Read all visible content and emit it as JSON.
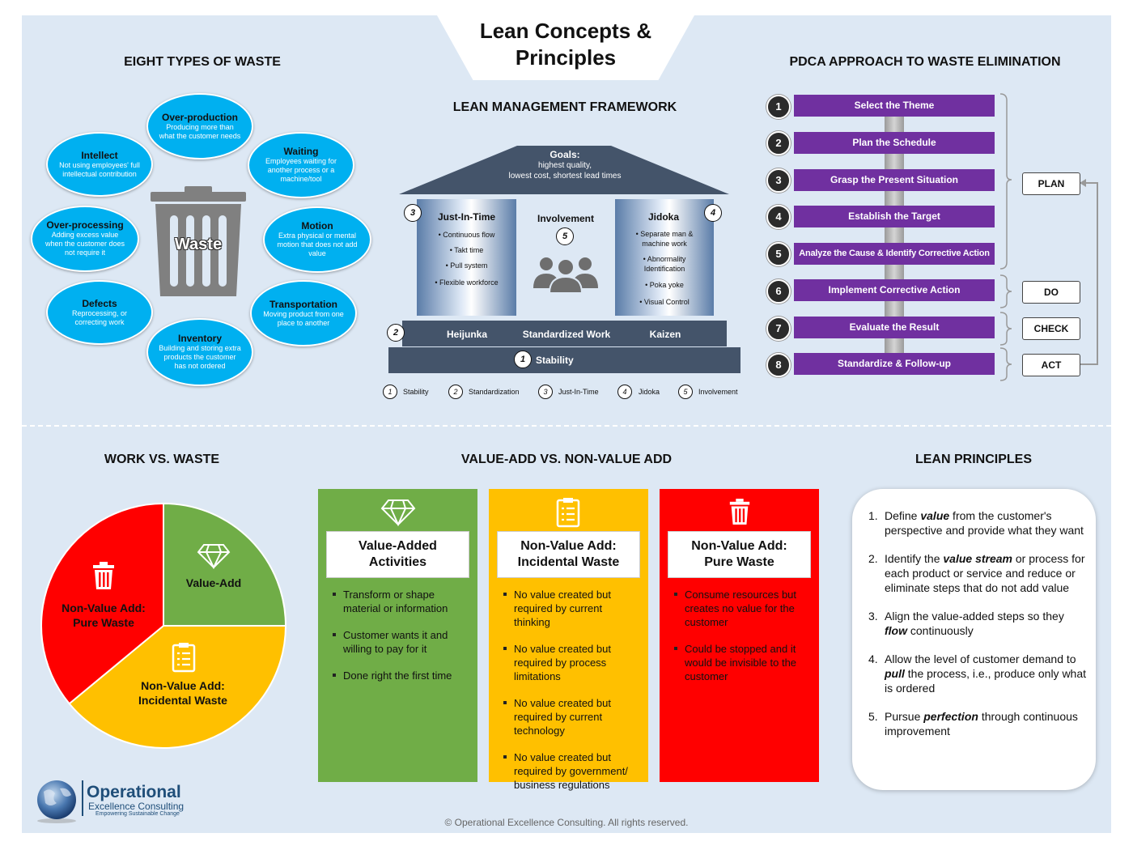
{
  "title": "Lean Concepts & Principles",
  "waste": {
    "heading": "EIGHT TYPES OF WASTE",
    "center_label": "Waste",
    "items": [
      {
        "title": "Over-production",
        "desc": "Producing more than what the customer needs"
      },
      {
        "title": "Waiting",
        "desc": "Employees waiting for another process or a machine/tool"
      },
      {
        "title": "Motion",
        "desc": "Extra physical or mental motion that does not add value"
      },
      {
        "title": "Transportation",
        "desc": "Moving product from one place to another"
      },
      {
        "title": "Inventory",
        "desc": "Building and storing extra products the customer has not ordered"
      },
      {
        "title": "Defects",
        "desc": "Reprocessing, or correcting work"
      },
      {
        "title": "Over-processing",
        "desc": "Adding excess value when the customer does not require it"
      },
      {
        "title": "Intellect",
        "desc": "Not using employees' full intellectual contribution"
      }
    ]
  },
  "framework": {
    "heading": "LEAN MANAGEMENT FRAMEWORK",
    "goals_title": "Goals:",
    "goals_text1": "highest quality,",
    "goals_text2": "lowest cost, shortest lead times",
    "left_pillar": {
      "num": "3",
      "title": "Just-In-Time",
      "items": [
        "• Continuous flow",
        "• Takt time",
        "• Pull system",
        "• Flexible workforce"
      ]
    },
    "right_pillar": {
      "num": "4",
      "title": "Jidoka",
      "items": [
        "• Separate man & machine work",
        "• Abnormality Identification",
        "• Poka yoke",
        "• Visual Control"
      ]
    },
    "center": {
      "title": "Involvement",
      "num": "5"
    },
    "base_num": "2",
    "base_items": [
      "Heijunka",
      "Standardized Work",
      "Kaizen"
    ],
    "foundation_num": "1",
    "foundation": "Stability",
    "legend": [
      {
        "num": "1",
        "label": "Stability"
      },
      {
        "num": "2",
        "label": "Standardization"
      },
      {
        "num": "3",
        "label": "Just-In-Time"
      },
      {
        "num": "4",
        "label": "Jidoka"
      },
      {
        "num": "5",
        "label": "Involvement"
      }
    ]
  },
  "pdca": {
    "heading": "PDCA APPROACH TO WASTE ELIMINATION",
    "steps": [
      {
        "num": "1",
        "label": "Select the Theme"
      },
      {
        "num": "2",
        "label": "Plan the Schedule"
      },
      {
        "num": "3",
        "label": "Grasp the Present Situation"
      },
      {
        "num": "4",
        "label": "Establish the Target"
      },
      {
        "num": "5",
        "label": "Analyze the Cause & Identify Corrective Action"
      },
      {
        "num": "6",
        "label": "Implement Corrective Action"
      },
      {
        "num": "7",
        "label": "Evaluate the Result"
      },
      {
        "num": "8",
        "label": "Standardize & Follow-up"
      }
    ],
    "phases": [
      "PLAN",
      "DO",
      "CHECK",
      "ACT"
    ]
  },
  "work_waste": {
    "heading": "WORK VS. WASTE",
    "colors": {
      "value": "#70ad47",
      "incidental": "#ffc000",
      "pure": "#ff0000"
    },
    "slices": [
      {
        "label": "Value-Add",
        "share": 0.25
      },
      {
        "label_line1": "Non-Value Add:",
        "label_line2": "Incidental Waste",
        "share": 0.39
      },
      {
        "label_line1": "Non-Value Add:",
        "label_line2": "Pure Waste",
        "share": 0.36
      }
    ]
  },
  "value_add": {
    "heading": "VALUE-ADD VS. NON-VALUE ADD",
    "cards": [
      {
        "title1": "Value-Added",
        "title2": "Activities",
        "icon": "diamond-icon",
        "color": "#70ad47",
        "items": [
          "Transform or shape material or information",
          "Customer wants it and willing to pay for it",
          "Done right the first time"
        ]
      },
      {
        "title1": "Non-Value Add:",
        "title2": "Incidental Waste",
        "icon": "clipboard-icon",
        "color": "#ffc000",
        "items": [
          "No value created but required by current thinking",
          "No value created but required by process limitations",
          "No value created but required by current technology",
          "No value created but required by government/ business regulations"
        ]
      },
      {
        "title1": "Non-Value Add:",
        "title2": "Pure Waste",
        "icon": "trash-icon",
        "color": "#ff0000",
        "items": [
          "Consume resources but creates no value for the customer",
          "Could be stopped and it would be invisible to the customer"
        ]
      }
    ]
  },
  "principles": {
    "heading": "LEAN PRINCIPLES",
    "items": [
      {
        "num": "1.",
        "pre": "Define ",
        "key": "value",
        "post": " from the customer's perspective and provide what they want"
      },
      {
        "num": "2.",
        "pre": "Identify the ",
        "key": "value stream",
        "post": " or process for each product or service and reduce or eliminate steps that do not add value"
      },
      {
        "num": "3.",
        "pre": "Align the value-added steps so they ",
        "key": "flow",
        "post": " continuously"
      },
      {
        "num": "4.",
        "pre": "Allow the level of customer demand to ",
        "key": "pull",
        "post": " the process, i.e., produce only what is ordered"
      },
      {
        "num": "5.",
        "pre": "Pursue ",
        "key": "perfection",
        "post": " through continuous improvement"
      }
    ]
  },
  "logo": {
    "name": "Operational",
    "sub": "Excellence Consulting",
    "tagline": "Empowering Sustainable Change"
  },
  "footer": "© Operational Excellence Consulting. All rights reserved."
}
